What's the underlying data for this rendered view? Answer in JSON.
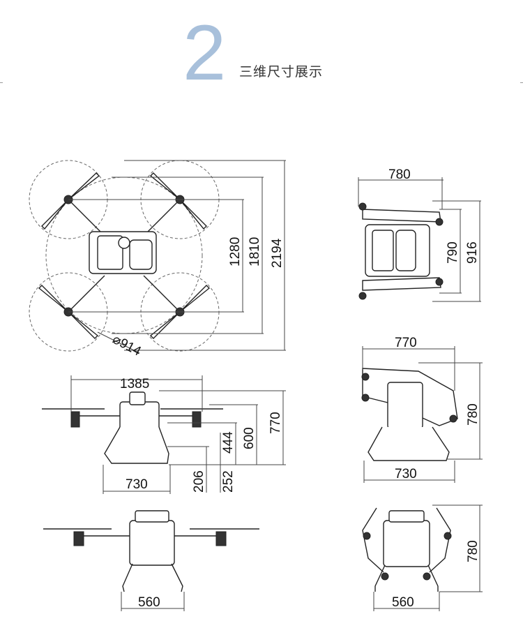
{
  "header": {
    "section_number": "2",
    "section_title": "三维尺寸展示"
  },
  "colors": {
    "accent": "#a8c0db",
    "line": "#222222"
  },
  "views": {
    "top_unfolded": {
      "dim_prop_diameter": "⌀914",
      "dim_motor_diag": "1280",
      "dim_prop_diag": "1810",
      "dim_overall": "2194"
    },
    "top_folded": {
      "dim_width": "780",
      "dim_depth_inner": "790",
      "dim_depth_outer": "916"
    },
    "side_unfolded": {
      "dim_arm_span": "1385",
      "dim_height_total": "770",
      "dim_height_body": "600",
      "dim_height_tank": "444",
      "dim_ground_206": "206",
      "dim_ground_252": "252",
      "dim_skid_width": "730"
    },
    "side_folded": {
      "dim_width": "770",
      "dim_height": "780",
      "dim_skid_width": "730"
    },
    "front_unfolded": {
      "dim_skid_width": "560"
    },
    "front_folded": {
      "dim_skid_width": "560",
      "dim_height": "780"
    }
  }
}
